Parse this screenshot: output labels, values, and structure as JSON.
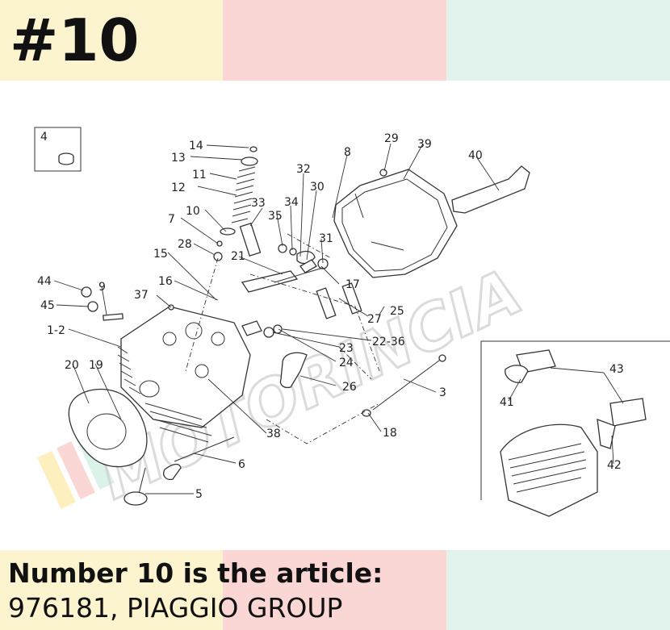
{
  "header": {
    "title": "#10",
    "colors": [
      "#fcf3cf",
      "#fad7d5",
      "#e1f3ec"
    ]
  },
  "footer": {
    "line1": "Number 10 is the article:",
    "line2": "976181, PIAGGIO GROUP"
  },
  "diagram": {
    "callouts": [
      "4",
      "14",
      "13",
      "11",
      "12",
      "10",
      "7",
      "28",
      "15",
      "16",
      "37",
      "9",
      "44",
      "45",
      "1-2",
      "20",
      "19",
      "33",
      "35",
      "34",
      "32",
      "30",
      "31",
      "21",
      "8",
      "29",
      "39",
      "40",
      "17",
      "27",
      "25",
      "22-36",
      "23",
      "24",
      "26",
      "3",
      "18",
      "38",
      "6",
      "5",
      "43",
      "41",
      "42"
    ],
    "watermark": "MOTORINCIA"
  }
}
